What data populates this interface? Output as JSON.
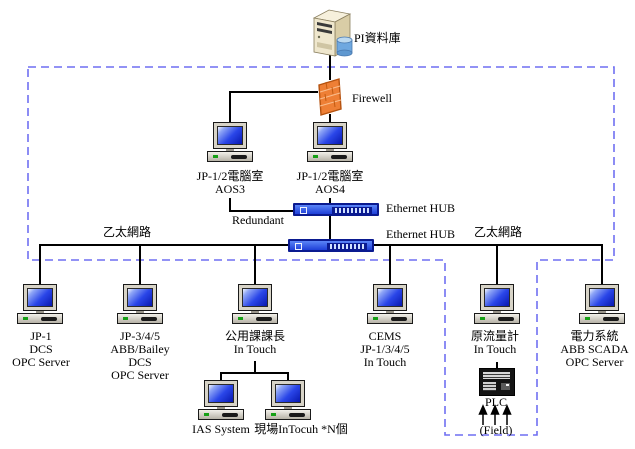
{
  "server": {
    "label": "PI資料庫"
  },
  "firewall": {
    "label": "Firewell"
  },
  "aos3": {
    "line1": "JP-1/2電腦室",
    "line2": "AOS3"
  },
  "aos4": {
    "line1": "JP-1/2電腦室",
    "line2": "AOS4"
  },
  "hub1": {
    "label": "Ethernet HUB"
  },
  "hub2": {
    "label": "Ethernet HUB"
  },
  "redundant": {
    "label": "Redundant"
  },
  "ethernet_left": {
    "label": "乙太網路"
  },
  "ethernet_right": {
    "label": "乙太網路"
  },
  "nodes": {
    "jp1": {
      "line1": "JP-1",
      "line2": "DCS",
      "line3": "OPC Server"
    },
    "jp345": {
      "line1": "JP-3/4/5",
      "line2": "ABB/Bailey",
      "line3": "DCS",
      "line4": "OPC Server"
    },
    "public_section": {
      "line1": "公用課課長",
      "line2": "In Touch"
    },
    "cems": {
      "line1": "CEMS",
      "line2": "JP-1/3/4/5",
      "line3": "In Touch"
    },
    "raw_flow": {
      "line1": "原流量計",
      "line2": "In Touch"
    },
    "power": {
      "line1": "電力系統",
      "line2": "ABB SCADA",
      "line3": "OPC Server"
    },
    "ias": {
      "label": "IAS System"
    },
    "site_intouch": {
      "label": "現場InTocuh *N個"
    },
    "plc": {
      "label": "PLC"
    },
    "field": {
      "label": "(Field)"
    }
  },
  "colors": {
    "dashed_border": "#6f6ff2",
    "hub_blue": "#2f5fe8",
    "screen_blue": "#1e3ddd",
    "firewall_orange": "#ee7f35",
    "server_beige": "#efe7cd",
    "line_black": "#000000"
  }
}
